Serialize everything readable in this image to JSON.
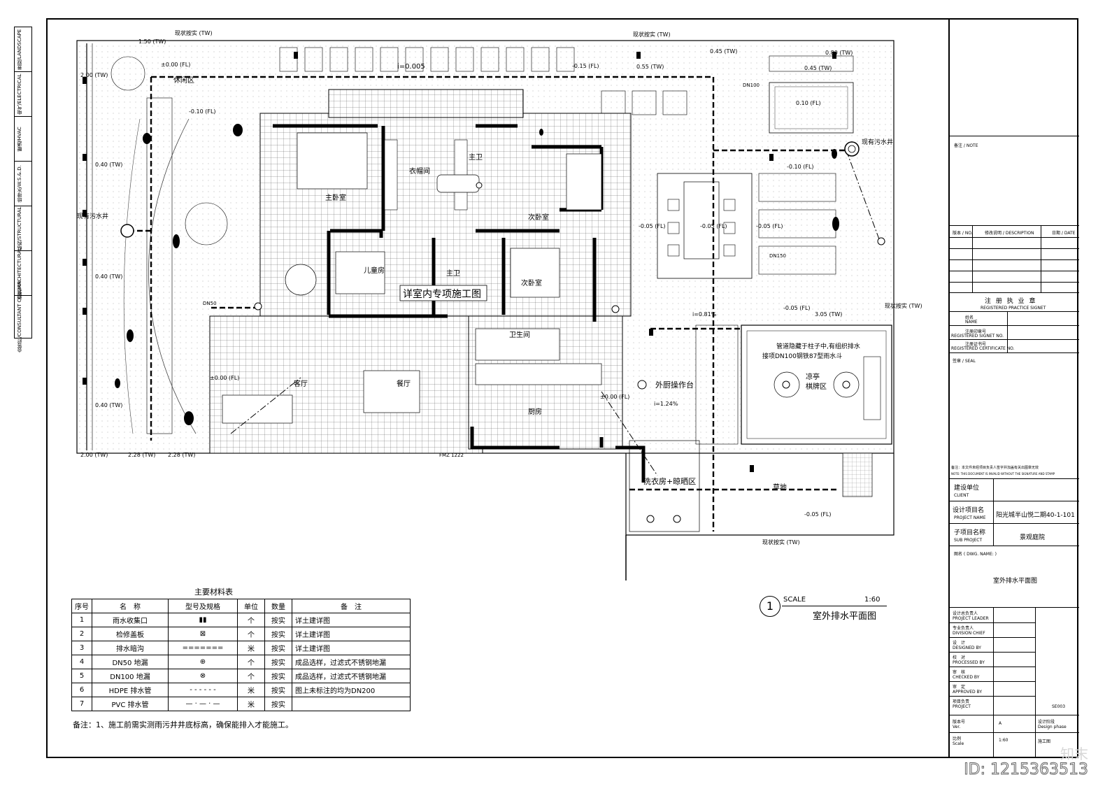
{
  "legend_strip": [
    "景观/LANDSCAPE",
    "电气/ELECTRICAL",
    "暖通/HVAC",
    "给排水/W.S.&.D.",
    "结构/STRUCTURAL",
    "建筑/ARCHITECTURAL",
    "会签栏/CONSULTANT COLUMN"
  ],
  "plan_labels": {
    "xiuxian": "休闲区",
    "zhuwoshi": "主卧室",
    "yimaojian": "衣帽间",
    "zhuwei": "主卫",
    "ciwo1": "次卧室",
    "ertong": "儿童房",
    "zhuwei2": "主卫",
    "ciwo2": "次卧室",
    "detail": "详室内专项施工图",
    "weisheng": "卫生间",
    "ketin": "客厅",
    "canting": "餐厅",
    "chufang": "厨房",
    "waichu": "外厨操作台",
    "xiyi": "洗衣房+晾晒区",
    "liangting": "凉亭",
    "qipai": "棋牌区",
    "caodi": "草地",
    "wushui_top": "现有污水井",
    "wushui_left": "现有污水井",
    "pipe_note1": "管道隐藏于柱子中,有组织排水",
    "pipe_note2": "接项DN100钢铁87型雨水斗",
    "xianzhuang": "现状按实 (TW)",
    "fmz": "FMZ 1222"
  },
  "elevations": [
    "±0.00 (FL)",
    "-0.15 (FL)",
    "-0.10 (FL)",
    "-0.05 (FL)",
    "0.10 (FL)",
    "0.45 (TW)",
    "0.55 (TW)",
    "0.80 (TW)",
    "2.00 (TW)",
    "2.28 (TW)",
    "3.05 (TW)",
    "0.40 (TW)",
    "1.50 (TW)",
    "0.45 (TW)",
    "i=0.005",
    "i=0.81%",
    "i=1.24%",
    "DN50",
    "DN100",
    "DN150"
  ],
  "material_table": {
    "title": "主要材料表",
    "headers": [
      "序号",
      "名　称",
      "型号及规格",
      "单位",
      "数量",
      "备　注"
    ],
    "rows": [
      {
        "no": "1",
        "name": "雨水收集口",
        "model": "▮▮",
        "unit": "个",
        "qty": "按实",
        "remark": "详土建详图"
      },
      {
        "no": "2",
        "name": "检修盖板",
        "model": "⊠",
        "unit": "个",
        "qty": "按实",
        "remark": "详土建详图"
      },
      {
        "no": "3",
        "name": "排水暗沟",
        "model": "=======",
        "unit": "米",
        "qty": "按实",
        "remark": "详土建详图"
      },
      {
        "no": "4",
        "name": "DN50 地漏",
        "model": "⊕",
        "unit": "个",
        "qty": "按实",
        "remark": "成品选样，过滤式不锈钢地漏"
      },
      {
        "no": "5",
        "name": "DN100 地漏",
        "model": "⊗",
        "unit": "个",
        "qty": "按实",
        "remark": "成品选样，过滤式不锈钢地漏"
      },
      {
        "no": "6",
        "name": "HDPE 排水管",
        "model": "- - - - - -",
        "unit": "米",
        "qty": "按实",
        "remark": "图上未标注的均为DN200"
      },
      {
        "no": "7",
        "name": "PVC 排水管",
        "model": "— · — · —",
        "unit": "米",
        "qty": "按实",
        "remark": ""
      }
    ],
    "note": "备注：1、施工前需实测雨污井井底标高，确保能排入才能施工。"
  },
  "scale_block": {
    "num": "1",
    "scale_label": "SCALE",
    "scale_value": "1:60",
    "title": "室外排水平面图"
  },
  "title_block": {
    "note_label": "备注 / NOTE",
    "rev_headers": [
      "版本 / NO.",
      "修改说明 / DESCRIPTION",
      "日期 / DATE"
    ],
    "reg_title": "注 册 执 业 章",
    "reg_title_en": "REGISTERED PRACTICE SIGNET",
    "name_label": "姓名",
    "name_en": "NAME",
    "signet_no": "注册印章号",
    "signet_no_en": "REGISTERED SIGNET NO.",
    "cert_no": "注册证书号",
    "cert_no_en": "REGISTERED CERTIFICATE NO.",
    "seal": "签章 / SEAL",
    "remark_small": "备注：本文件未经项目负责人签字并加盖有关出图章无效",
    "remark_small_en": "NOTE: THIS DOCUMENT IS INVALID WITHOUT THE SIGNATURE AND STAMP",
    "client": "建设单位",
    "client_en": "CLIENT",
    "project": "设计项目名",
    "project_en": "PROJECT NAME",
    "project_val": "阳光城半山悦二期40-1-101",
    "sub": "子项目名称",
    "sub_en": "SUB PROJECT",
    "sub_val": "景观庭院",
    "dwg": "图名 ( DWG. NAME: )",
    "dwg_val": "室外排水平面图",
    "roles": [
      {
        "cn": "设计总负责人",
        "en": "PROJECT LEADER"
      },
      {
        "cn": "专业负责人",
        "en": "DIVISION CHIEF"
      },
      {
        "cn": "设　计",
        "en": "DESIGNED BY"
      },
      {
        "cn": "校　对",
        "en": "PROCESSED BY"
      },
      {
        "cn": "审　核",
        "en": "CHECKED BY"
      },
      {
        "cn": "审　定",
        "en": "APPROVED BY"
      },
      {
        "cn": "项目负责",
        "en": "PROJECT"
      }
    ],
    "dwg_no": "SE003",
    "ver": "版本号",
    "ver_en": "Ver.",
    "ver_val": "A",
    "stage": "设计阶段",
    "stage_en": "Design phase",
    "stage_val": "施工图",
    "scale": "比例",
    "scale_en": "Scale",
    "scale_val": "1:60"
  },
  "watermark": "知末",
  "id_tag": "ID: 1215363513"
}
